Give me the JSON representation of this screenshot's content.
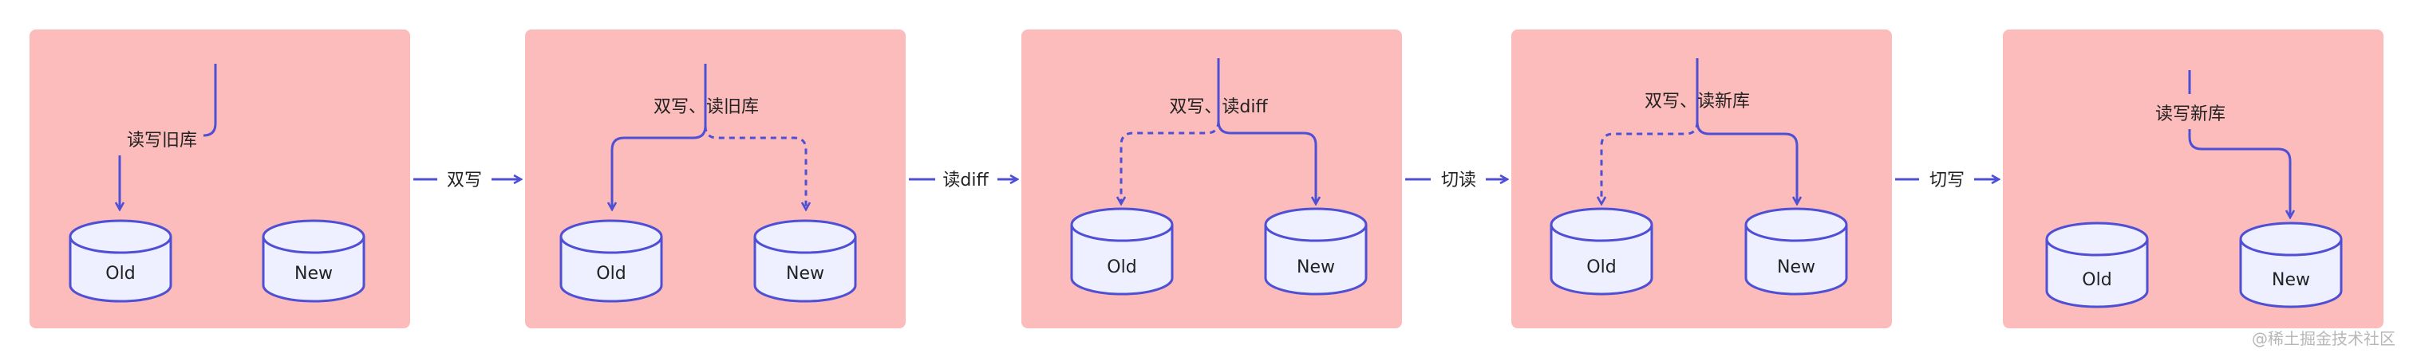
{
  "colors": {
    "panel_fill": "#fbbcbb",
    "stroke": "#4f4fd6",
    "db_fill": "#eef0ff",
    "text": "#222222",
    "watermark": "#b7b7b7"
  },
  "panels": [
    {
      "label": "读写旧库",
      "dbs": [
        "Old",
        "New"
      ]
    },
    {
      "label": "双写、读旧库",
      "dbs": [
        "Old",
        "New"
      ]
    },
    {
      "label": "双写、读diff",
      "dbs": [
        "Old",
        "New"
      ]
    },
    {
      "label": "双写、读新库",
      "dbs": [
        "Old",
        "New"
      ]
    },
    {
      "label": "读写新库",
      "dbs": [
        "Old",
        "New"
      ]
    }
  ],
  "transitions": [
    "双写",
    "读diff",
    "切读",
    "切写"
  ],
  "watermark": "@稀土掘金技术社区"
}
